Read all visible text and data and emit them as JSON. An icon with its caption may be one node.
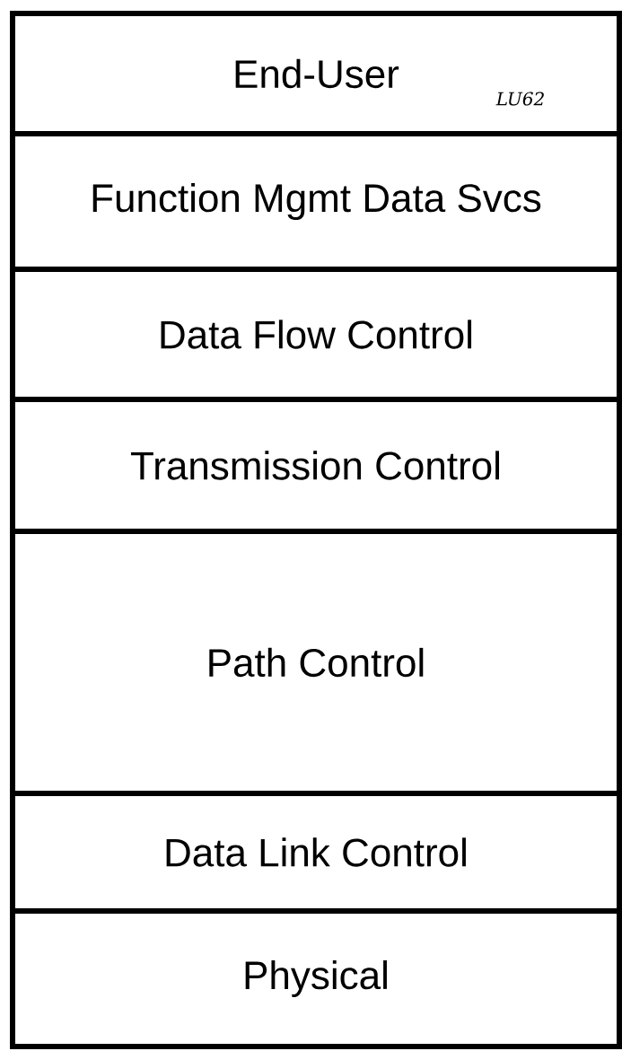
{
  "diagram": {
    "nodes": [
      {
        "text": [
          "End-User"
        ]
      },
      {
        "text": [
          "Function Mgmt Data Svcs"
        ]
      },
      {
        "text": [
          "Data Flow Control"
        ]
      },
      {
        "text": [
          "Transmission Control"
        ]
      },
      {
        "text": [
          "Path Control"
        ]
      },
      {
        "text": [
          "Data Link Control"
        ]
      },
      {
        "text": [
          "Physical"
        ]
      }
    ],
    "labels": [
      "LU62"
    ]
  }
}
